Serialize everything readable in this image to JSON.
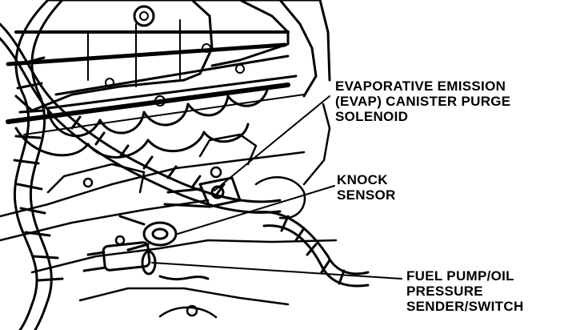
{
  "callouts": {
    "evap": {
      "line1": "EVAPORATIVE EMISSION",
      "line2": "(EVAP) CANISTER PURGE",
      "line3": "SOLENOID"
    },
    "knock": {
      "line1": "KNOCK",
      "line2": "SENSOR"
    },
    "fuel": {
      "line1": "FUEL PUMP/OIL",
      "line2": "PRESSURE",
      "line3": "SENDER/SWITCH"
    }
  },
  "colors": {
    "ink": "#000000",
    "paper": "#ffffff"
  }
}
